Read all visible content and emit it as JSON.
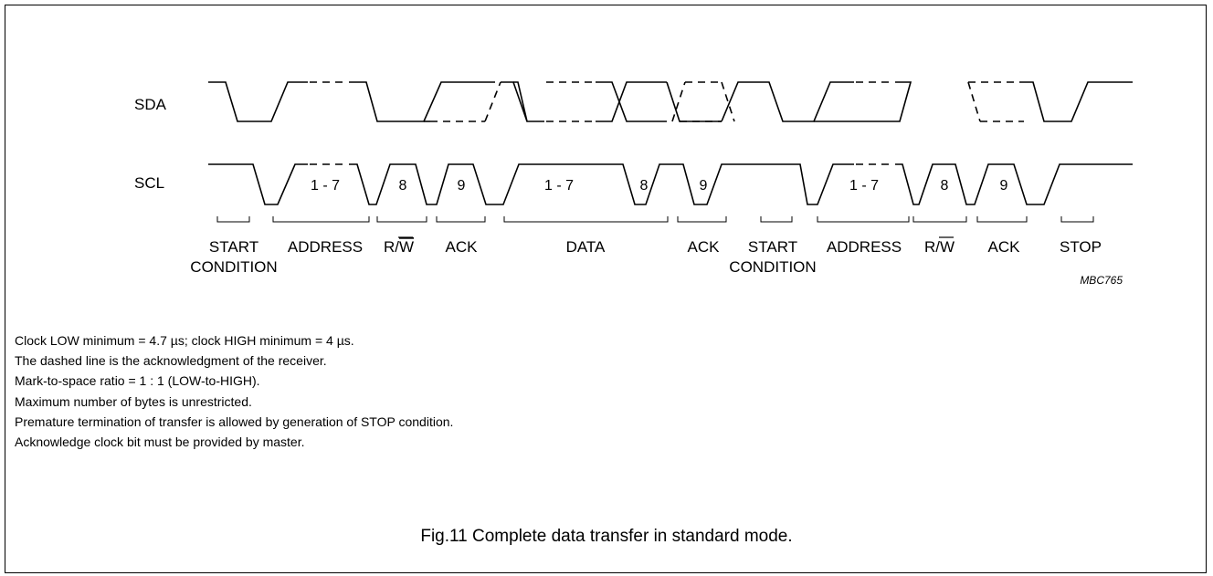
{
  "diagram": {
    "signals": {
      "sda": "SDA",
      "scl": "SCL"
    },
    "bit_labels": [
      {
        "id": "addr1",
        "text": "1 - 7"
      },
      {
        "id": "rw1",
        "text": "8"
      },
      {
        "id": "ack1",
        "text": "9"
      },
      {
        "id": "data",
        "text": "1 - 7"
      },
      {
        "id": "data8",
        "text": "8"
      },
      {
        "id": "ack2",
        "text": "9"
      },
      {
        "id": "addr2",
        "text": "1 - 7"
      },
      {
        "id": "rw2",
        "text": "8"
      },
      {
        "id": "ack3",
        "text": "9"
      }
    ],
    "phases": [
      {
        "id": "start1",
        "text": "START",
        "sub": "CONDITION"
      },
      {
        "id": "address1",
        "text": "ADDRESS"
      },
      {
        "id": "rw1",
        "text": "R/",
        "overbar": "W"
      },
      {
        "id": "ack1",
        "text": "ACK"
      },
      {
        "id": "data",
        "text": "DATA"
      },
      {
        "id": "ack2",
        "text": "ACK"
      },
      {
        "id": "start2",
        "text": "START",
        "sub": "CONDITION"
      },
      {
        "id": "address2",
        "text": "ADDRESS"
      },
      {
        "id": "rw2",
        "text": "R/",
        "overbar": "W"
      },
      {
        "id": "ack3",
        "text": "ACK"
      },
      {
        "id": "stop",
        "text": "STOP"
      }
    ],
    "code": "MBC765"
  },
  "notes": [
    "Clock LOW minimum = 4.7 µs; clock HIGH minimum = 4 µs.",
    "The dashed line is the acknowledgment of the receiver.",
    "Mark-to-space ratio = 1 : 1 (LOW-to-HIGH).",
    "Maximum number of bytes is unrestricted.",
    "Premature termination of transfer is allowed by generation of STOP condition.",
    "Acknowledge clock bit must be provided by master."
  ],
  "caption": "Fig.11  Complete data transfer in standard mode."
}
